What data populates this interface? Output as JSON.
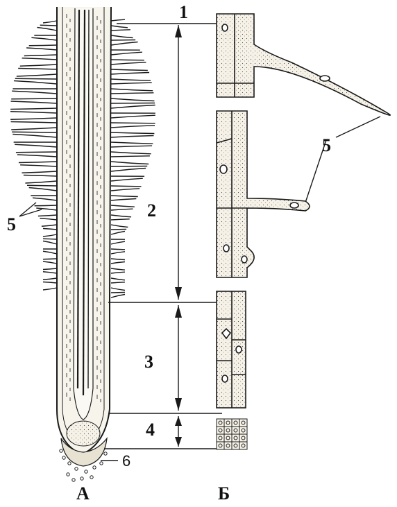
{
  "labels": {
    "zone_1": "1",
    "zone_2": "2",
    "zone_3": "3",
    "zone_4": "4",
    "root_hairs_left": "5",
    "root_hairs_right": "5",
    "root_cap": "6"
  },
  "panels": {
    "left": "А",
    "right": "Б"
  },
  "colors": {
    "ink": "#1a1a1a",
    "paper": "#ffffff",
    "tissue": "#f4f0e6"
  }
}
